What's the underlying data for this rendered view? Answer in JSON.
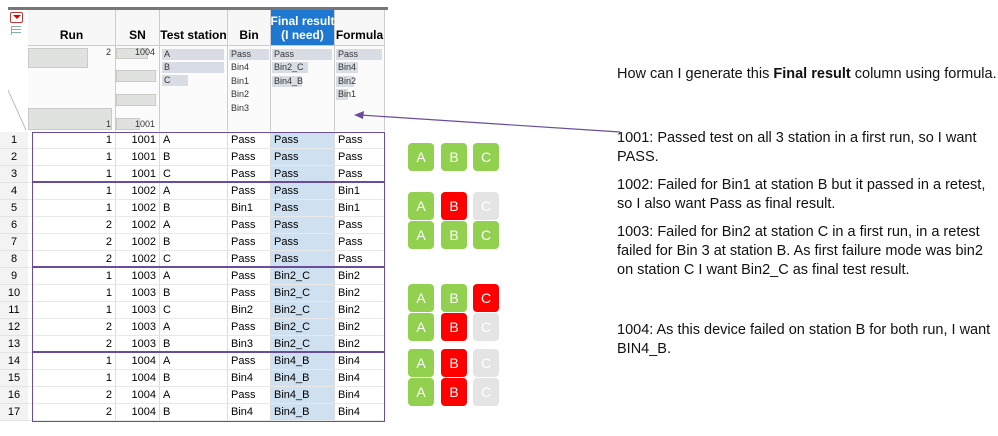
{
  "columns": [
    {
      "label": "Run"
    },
    {
      "label": "SN"
    },
    {
      "label": "Test station"
    },
    {
      "label": "Bin"
    },
    {
      "label": "Final result\n(I need)"
    },
    {
      "label": "Formula"
    }
  ],
  "summary": {
    "run": {
      "max": "2",
      "min": "1"
    },
    "sn": {
      "max": "1004",
      "min": "1001"
    },
    "station": [
      "A",
      "B",
      "C"
    ],
    "bin": [
      "Pass",
      "Bin4",
      "Bin1",
      "Bin2",
      "Bin3"
    ],
    "final": [
      "Pass",
      "Bin2_C",
      "Bin4_B"
    ],
    "formula": [
      "Pass",
      "Bin4",
      "Bin2",
      "Bin1"
    ]
  },
  "rows": [
    [
      "1",
      "1",
      "1001",
      "A",
      "Pass",
      "Pass",
      "Pass"
    ],
    [
      "2",
      "1",
      "1001",
      "B",
      "Pass",
      "Pass",
      "Pass"
    ],
    [
      "3",
      "1",
      "1001",
      "C",
      "Pass",
      "Pass",
      "Pass"
    ],
    [
      "4",
      "1",
      "1002",
      "A",
      "Pass",
      "Pass",
      "Bin1"
    ],
    [
      "5",
      "1",
      "1002",
      "B",
      "Bin1",
      "Pass",
      "Bin1"
    ],
    [
      "6",
      "2",
      "1002",
      "A",
      "Pass",
      "Pass",
      "Pass"
    ],
    [
      "7",
      "2",
      "1002",
      "B",
      "Pass",
      "Pass",
      "Pass"
    ],
    [
      "8",
      "2",
      "1002",
      "C",
      "Pass",
      "Pass",
      "Pass"
    ],
    [
      "9",
      "1",
      "1003",
      "A",
      "Pass",
      "Bin2_C",
      "Bin2"
    ],
    [
      "10",
      "1",
      "1003",
      "B",
      "Pass",
      "Bin2_C",
      "Bin2"
    ],
    [
      "11",
      "1",
      "1003",
      "C",
      "Bin2",
      "Bin2_C",
      "Bin2"
    ],
    [
      "12",
      "2",
      "1003",
      "A",
      "Pass",
      "Bin2_C",
      "Bin2"
    ],
    [
      "13",
      "2",
      "1003",
      "B",
      "Bin3",
      "Bin2_C",
      "Bin2"
    ],
    [
      "14",
      "1",
      "1004",
      "A",
      "Pass",
      "Bin4_B",
      "Bin4"
    ],
    [
      "15",
      "1",
      "1004",
      "B",
      "Bin4",
      "Bin4_B",
      "Bin4"
    ],
    [
      "16",
      "2",
      "1004",
      "A",
      "Pass",
      "Bin4_B",
      "Bin4"
    ],
    [
      "17",
      "2",
      "1004",
      "B",
      "Bin4",
      "Bin4_B",
      "Bin4"
    ]
  ],
  "colors": {
    "pass": "#92d050",
    "fail": "#ff0000",
    "skip": "#e4e4e4",
    "group_border": "#6b4c9a",
    "selected_header": "#1e78d2"
  },
  "badge_rows": [
    [
      "pass",
      "pass",
      "pass"
    ],
    [
      "pass",
      "fail",
      "skip"
    ],
    [
      "pass",
      "pass",
      "pass"
    ],
    [
      "pass",
      "pass",
      "fail"
    ],
    [
      "pass",
      "fail",
      "skip"
    ],
    [
      "pass",
      "fail",
      "skip"
    ],
    [
      "pass",
      "fail",
      "skip"
    ]
  ],
  "badge_labels": [
    "A",
    "B",
    "C"
  ],
  "notes": {
    "intro_pre": "How can I generate this ",
    "intro_bold": "Final result",
    "intro_post": " column using formula.",
    "n1001": "1001: Passed test on all 3 station in a  first run, so I want PASS.",
    "n1002": "1002: Failed for Bin1 at station B but it passed in a retest, so I also want Pass as final result.",
    "n1003": "1003: Failed for Bin2 at station C in a first run, in a retest failed for Bin 3 at station B. As first failure mode was bin2 on station C I want Bin2_C as final test result.",
    "n1004": "1004: As this device failed on station B for both run, I want BIN4_B."
  }
}
